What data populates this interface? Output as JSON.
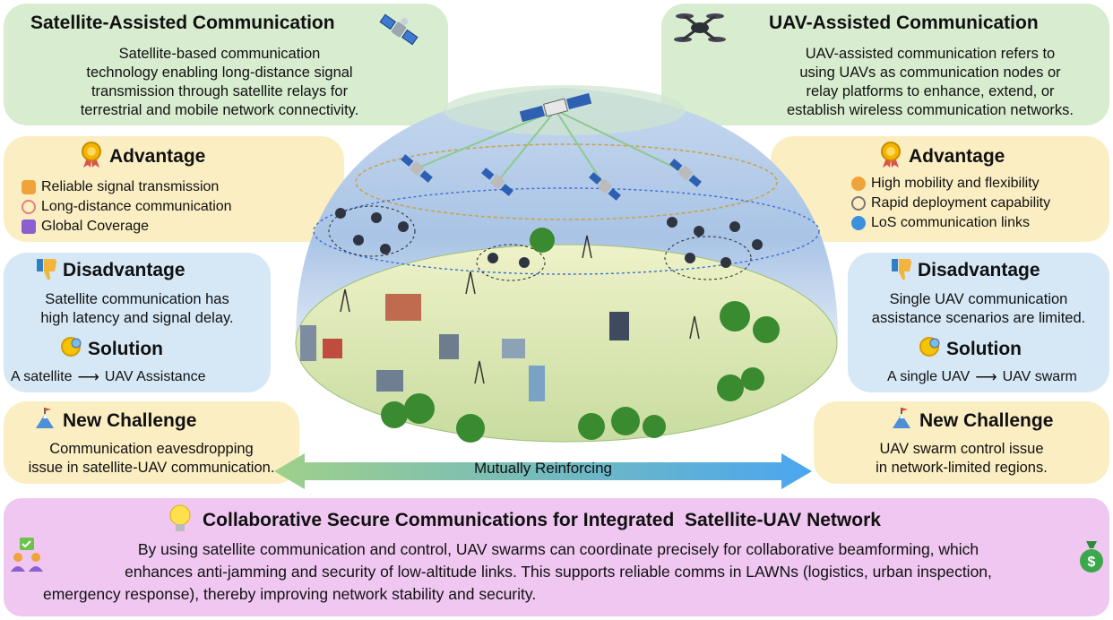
{
  "left": {
    "title": "Satellite-Assisted Communication",
    "description": [
      "Satellite-based communication",
      "technology enabling long-distance signal",
      "transmission through satellite relays for",
      "terrestrial and mobile network connectivity."
    ],
    "advantage_title": "Advantage",
    "advantages": [
      "Reliable signal transmission",
      "Long-distance communication",
      "Global Coverage"
    ],
    "disadvantage_title": "Disadvantage",
    "disadvantage": [
      "Satellite communication has",
      "high latency and signal delay."
    ],
    "solution_title": "Solution",
    "solution_from": "A satellite",
    "solution_to": "UAV Assistance",
    "challenge_title": "New Challenge",
    "challenge": [
      "Communication eavesdropping",
      "issue in satellite-UAV communication."
    ]
  },
  "right": {
    "title": "UAV-Assisted Communication",
    "description": [
      "UAV-assisted communication refers to",
      "using UAVs as communication nodes or",
      "relay platforms to enhance, extend, or",
      "establish wireless communication networks."
    ],
    "advantage_title": "Advantage",
    "advantages": [
      "High mobility and flexibility",
      "Rapid deployment capability",
      "LoS communication links"
    ],
    "disadvantage_title": "Disadvantage",
    "disadvantage": [
      "Single UAV communication",
      "assistance scenarios are limited."
    ],
    "solution_title": "Solution",
    "solution_from": "A single UAV",
    "solution_to": "UAV swarm",
    "challenge_title": "New Challenge",
    "challenge": [
      "UAV swarm control issue",
      "in network-limited regions."
    ]
  },
  "center": {
    "arrow_label": "Mutually Reinforcing"
  },
  "bottom": {
    "title": "Collaborative Secure Communications for Integrated  Satellite-UAV Network",
    "text": [
      "By using satellite communication and control, UAV swarms can coordinate precisely for collaborative beamforming, which",
      "enhances anti-jamming and security of low-altitude links. This supports reliable comms in LAWNs (logistics, urban inspection,",
      "emergency response), thereby improving network stability and security."
    ]
  },
  "icons": {
    "satellite": "satellite-icon",
    "drone": "drone-icon",
    "medal": "medal-icon",
    "thumbs_down": "thumbs-down-icon",
    "lightbulb_gear": "solution-icon",
    "mountain_flag": "mountain-flag-icon",
    "lightbulb": "lightbulb-icon",
    "people": "people-icon",
    "money_bag": "money-bag-icon"
  },
  "colors": {
    "green_panel": "#d8ecd0",
    "yellow_panel": "#fbeec2",
    "blue_panel": "#d6e8f6",
    "pink_panel": "#efc7f1",
    "arrow_left": "#9fd08a",
    "arrow_right": "#4aa6f0"
  }
}
